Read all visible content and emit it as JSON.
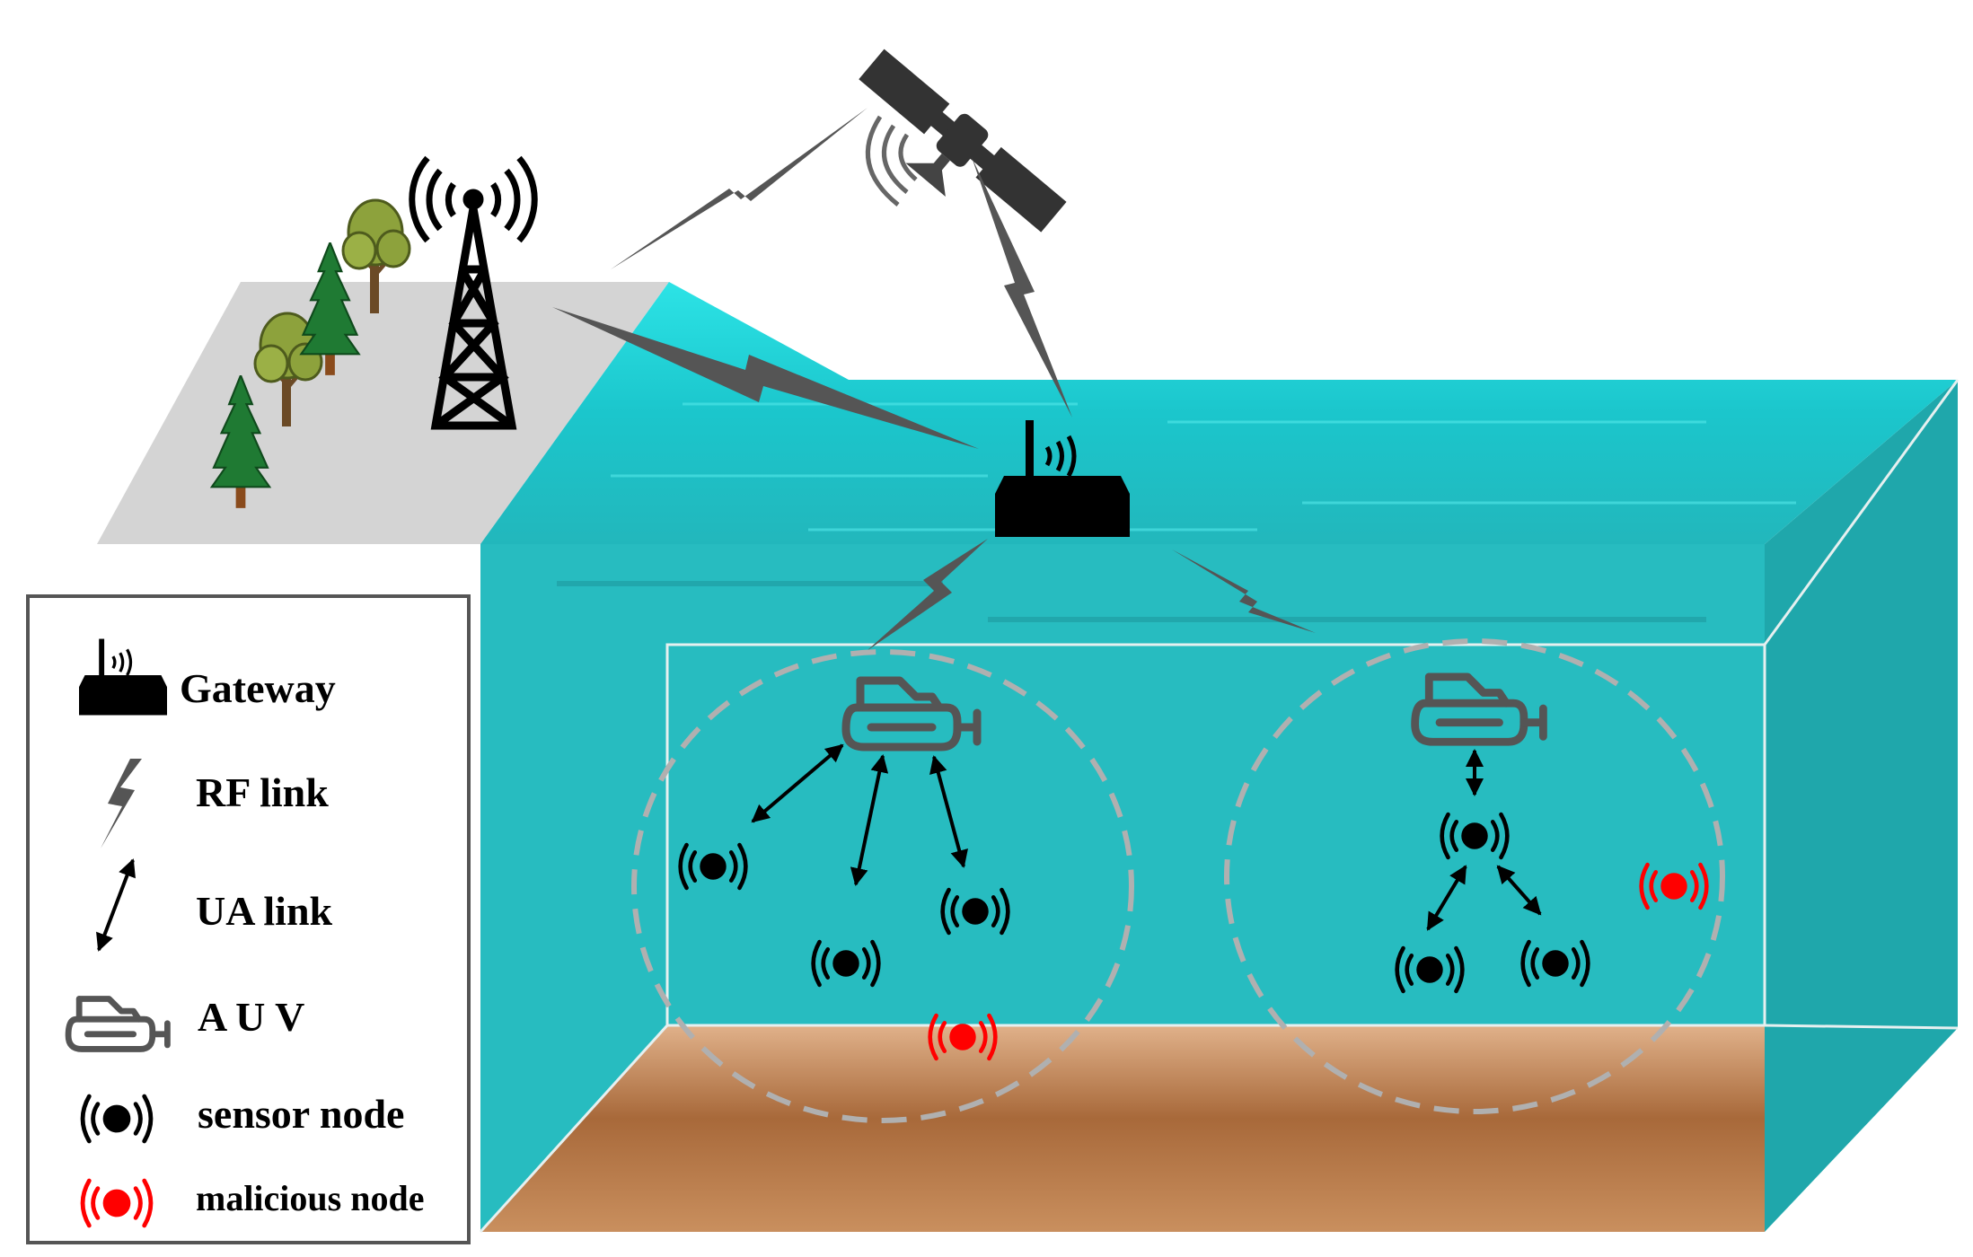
{
  "colors": {
    "water_surface": "#1ed3d8",
    "water_body": "#27bcc0",
    "water_side": "#1fa7ab",
    "land": "#d4d4d4",
    "seabed_light": "#d6a47a",
    "seabed_dark": "#a86a3c",
    "link_gray": "#555555",
    "node_black": "#000000",
    "malicious_red": "#ff0000",
    "cluster_dash": "#b0b0b0",
    "auv_gray": "#555555"
  },
  "icons": {
    "gateway": "gateway-icon",
    "rf_link": "lightning-bolt-icon",
    "ua_link": "double-arrow-icon",
    "auv": "submarine-icon",
    "sensor_node": "sensor-node-icon",
    "malicious_node": "malicious-node-icon",
    "satellite": "satellite-icon",
    "tower": "radio-tower-icon",
    "trees": "tree-icon"
  },
  "legend": {
    "gateway": "Gateway",
    "rf_link": "RF link",
    "ua_link": "UA link",
    "auv": "A U V",
    "sensor_node": "sensor node",
    "malicious_node": "malicious node"
  }
}
